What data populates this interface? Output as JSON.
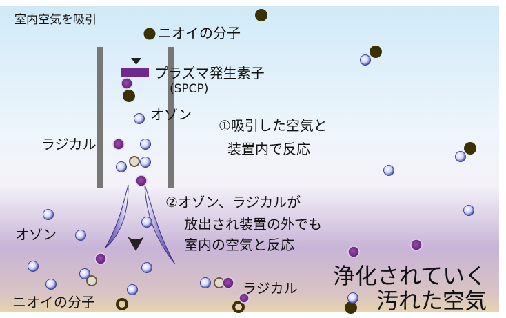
{
  "labels": {
    "intake": "室内空気を吸引",
    "odor_top": "ニオイの分子",
    "plasma": "プラズマ発生素子",
    "spcp": "(SPCP)",
    "ozone_upper": "オゾン",
    "radical_left": "ラジカル",
    "step1_line1": "①吸引した空気と",
    "step1_line2": "装置内で反応",
    "step2_line1": "②オゾン、ラジカルが",
    "step2_line2": "放出され装置の外でも",
    "step2_line3": "室内の空気と反応",
    "ozone_lower": "オゾン",
    "odor_bottom": "ニオイの分子",
    "radical_bottom": "ラジカル",
    "purify": "浄化されていく",
    "dirty_air": "汚れた空気"
  },
  "colors": {
    "sky_top": "#cfe9f8",
    "floor_purple": "#c7b3d6",
    "floor_sand": "#ead8a8",
    "device_bar": "#777777",
    "plasma_element": "#6d2a8f",
    "odor": "#3a3000",
    "radical": "#7a2e8c",
    "ozone": "#5b63b3"
  },
  "icons": {
    "ozone": "ozone-molecule-icon",
    "radical": "radical-molecule-icon",
    "odor": "odor-molecule-icon",
    "flow": "down-arrow-icon"
  }
}
